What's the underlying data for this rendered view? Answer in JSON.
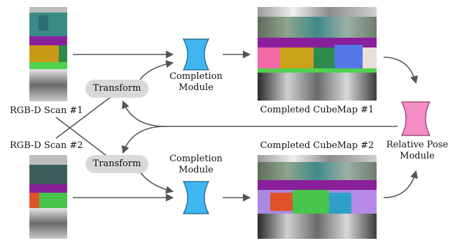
{
  "labels": {
    "scan1": "RGB-D Scan #1",
    "scan2": "RGB-D Scan #2",
    "transform": "Transform",
    "completion_line1": "Completion",
    "completion_line2": "Module",
    "cubemap1": "Completed CubeMap #1",
    "cubemap2": "Completed CubeMap #2",
    "pose_line1": "Relative Pose",
    "pose_line2": "Module"
  },
  "colors": {
    "completion_module": "#3fb6f0",
    "pose_module": "#f48cc4",
    "arrow": "#555555",
    "pill": "#d9d9d9",
    "purple_band": "#8a1f9c"
  }
}
